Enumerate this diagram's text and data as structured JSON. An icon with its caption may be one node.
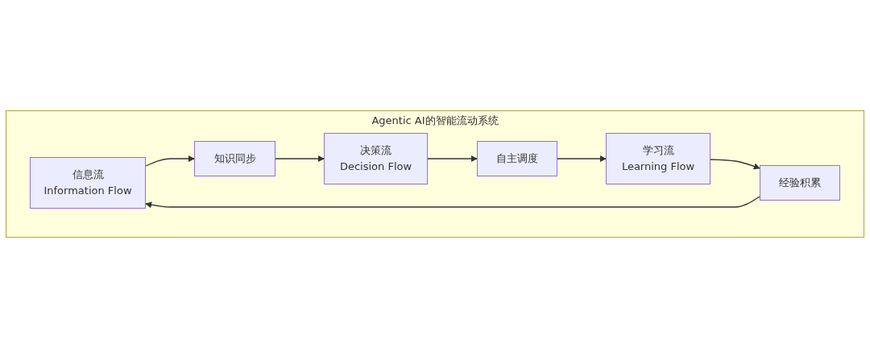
{
  "diagram": {
    "nodes": [
      {
        "text": [
          "Agentic AI的智能流动系统"
        ]
      },
      {
        "text": [
          "信息流",
          "Information Flow"
        ],
        "in": 0
      },
      {
        "text": [
          "知识同步"
        ],
        "in": 0
      },
      {
        "text": [
          "决策流",
          "Decision Flow"
        ],
        "in": 0
      },
      {
        "text": [
          "自主调度"
        ],
        "in": 0
      },
      {
        "text": [
          "学习流",
          "Learning Flow"
        ],
        "in": 0
      },
      {
        "text": [
          "经验积累"
        ],
        "in": 0
      }
    ],
    "edges": [
      {
        "from": 1,
        "to": 2,
        "arrow": "to"
      },
      {
        "from": 2,
        "to": 3,
        "arrow": "to"
      },
      {
        "from": 3,
        "to": 4,
        "arrow": "to"
      },
      {
        "from": 4,
        "to": 5,
        "arrow": "to"
      },
      {
        "from": 5,
        "to": 6,
        "arrow": "to"
      },
      {
        "from": 6,
        "to": 1,
        "arrow": "to"
      }
    ]
  }
}
